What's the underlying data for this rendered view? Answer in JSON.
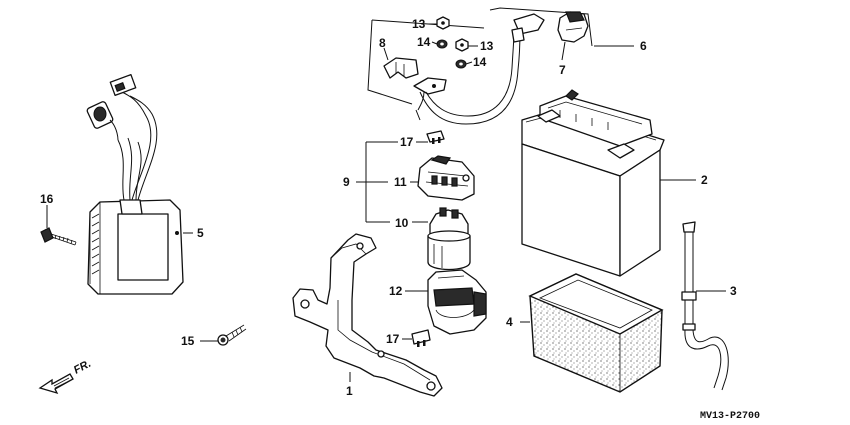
{
  "diagram": {
    "callouts": {
      "c1": "1",
      "c2": "2",
      "c3": "3",
      "c4": "4",
      "c5": "5",
      "c6": "6",
      "c7": "7",
      "c8": "8",
      "c9": "9",
      "c10": "10",
      "c11": "11",
      "c12": "12",
      "c13a": "13",
      "c13b": "13",
      "c14a": "14",
      "c14b": "14",
      "c15": "15",
      "c16": "16",
      "c17a": "17",
      "c17b": "17"
    },
    "direction_label": "FR.",
    "figure_code": "MV13-P2700"
  }
}
